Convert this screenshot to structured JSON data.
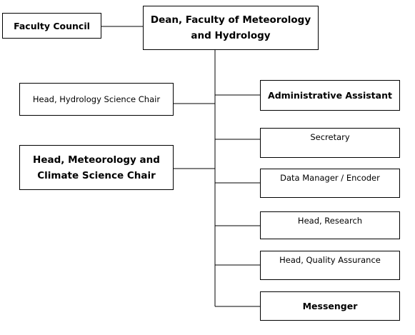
{
  "org_chart": {
    "dean": [
      "Dean, Faculty of Meteorology",
      "and Hydrology"
    ],
    "faculty_council": "Faculty Council",
    "hydrology_chair": "Head, Hydrology Science Chair",
    "meteorology_chair": [
      "Head, Meteorology and",
      "Climate Science Chair"
    ],
    "staff": [
      "Administrative Assistant",
      "Secretary",
      "Data Manager / Encoder",
      "Head, Research",
      "Head, Quality Assurance",
      "Messenger"
    ]
  },
  "colors": {
    "line": "#000000",
    "box_border": "#000000",
    "background": "#ffffff"
  }
}
